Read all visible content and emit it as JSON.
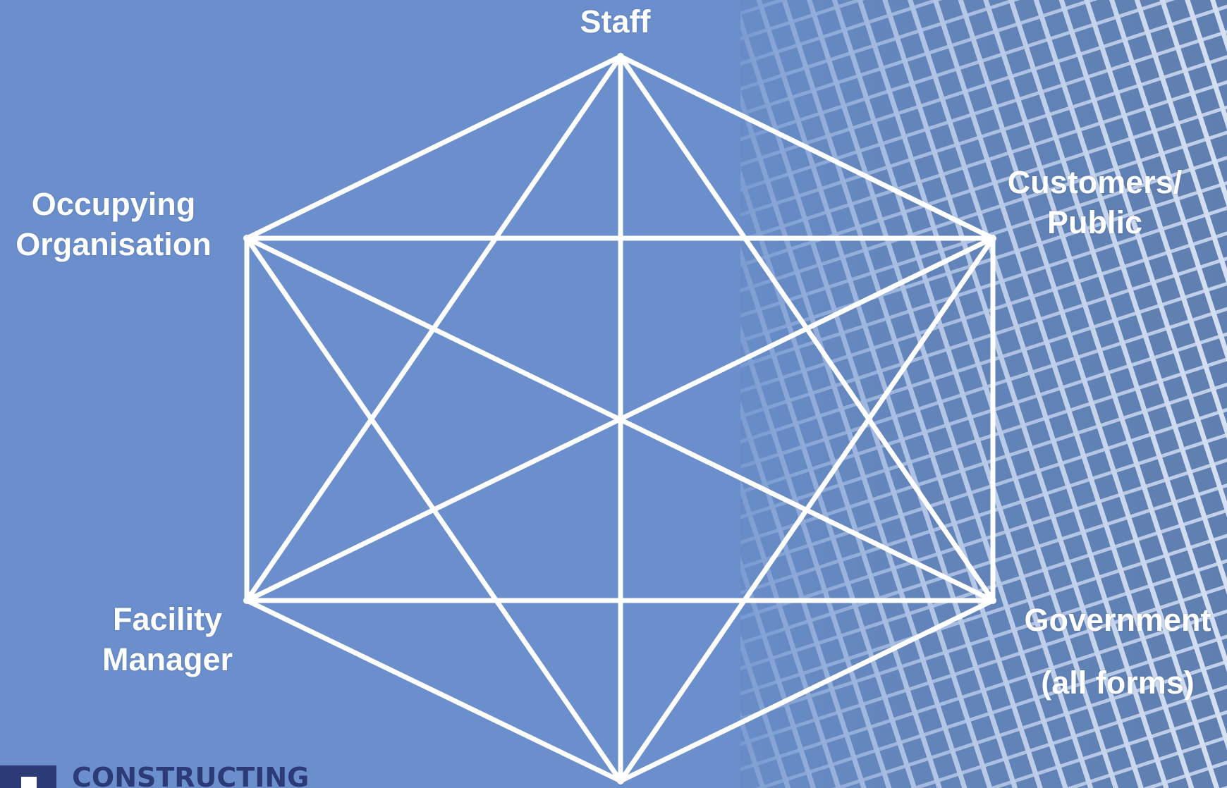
{
  "colors": {
    "background": "#6a8fcc",
    "lines": "#ffffff",
    "label_text": "#ffffff",
    "logo": "#2d3a78"
  },
  "diagram": {
    "type": "hexagon-complete-graph",
    "nodes": [
      {
        "id": "staff",
        "lines": [
          "Staff"
        ]
      },
      {
        "id": "customers",
        "lines": [
          "Customers/",
          "Public"
        ]
      },
      {
        "id": "government",
        "lines": [
          "Government",
          "(all forms)"
        ]
      },
      {
        "id": "bottom",
        "lines": []
      },
      {
        "id": "facility",
        "lines": [
          "Facility",
          "Manager"
        ]
      },
      {
        "id": "occupying",
        "lines": [
          "Occupying",
          "Organisation"
        ]
      }
    ],
    "edges": "all node pairs connected"
  },
  "logo": {
    "text": "CONSTRUCTING",
    "icon": "square-logo-icon"
  }
}
